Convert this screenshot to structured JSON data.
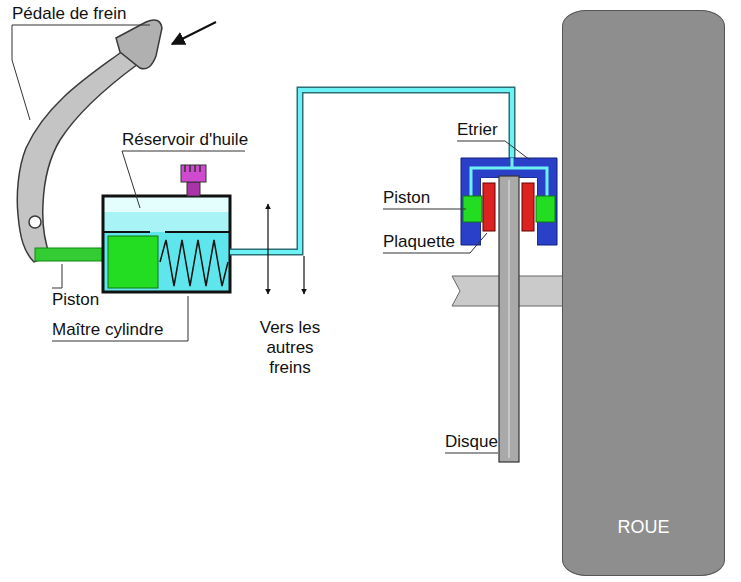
{
  "diagram": {
    "nodes": [
      {
        "text": [
          "ROUE"
        ]
      }
    ],
    "labels": [
      "Pédale de frein",
      "Réservoir d'huile",
      "Piston",
      "Maître cylindre",
      "Vers les autres freins",
      "Etrier",
      "Piston",
      "Plaquette",
      "Disque"
    ]
  }
}
